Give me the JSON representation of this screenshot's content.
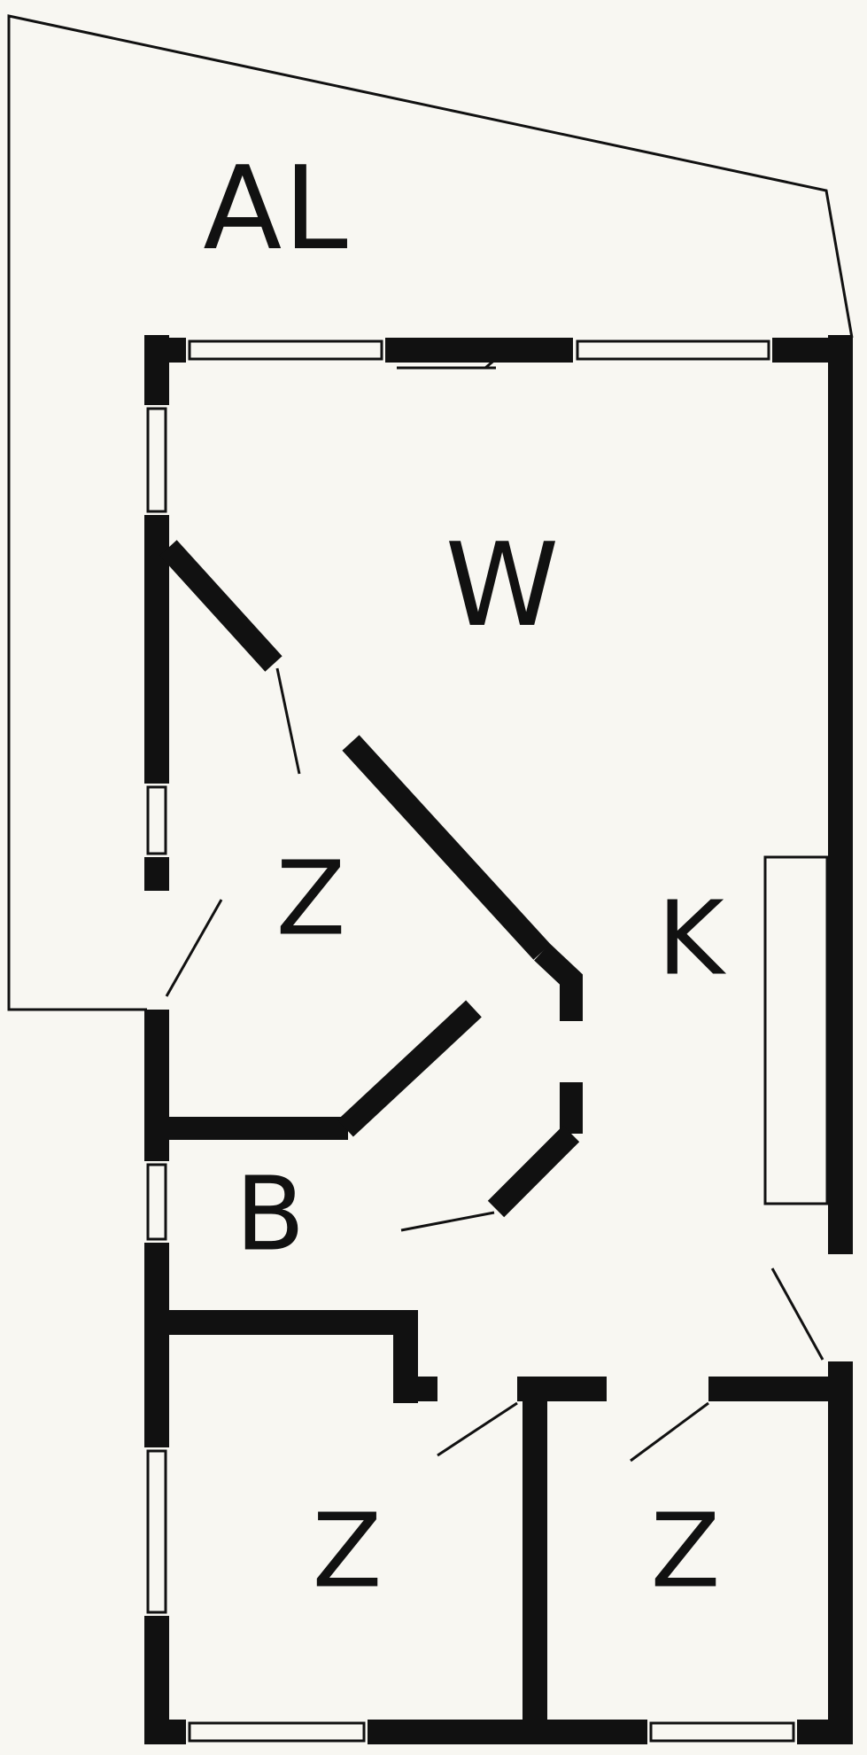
{
  "plan": {
    "figure_type": "floor-plan",
    "colors": {
      "wall": "#111111",
      "floor": "#f8f7f2"
    },
    "rooms": {
      "al": {
        "label": "AL"
      },
      "w": {
        "label": "W"
      },
      "z_middle": {
        "label": "Z"
      },
      "k": {
        "label": "K"
      },
      "b": {
        "label": "B"
      },
      "z_bottom_left": {
        "label": "Z"
      },
      "z_bottom_right": {
        "label": "Z"
      }
    }
  }
}
